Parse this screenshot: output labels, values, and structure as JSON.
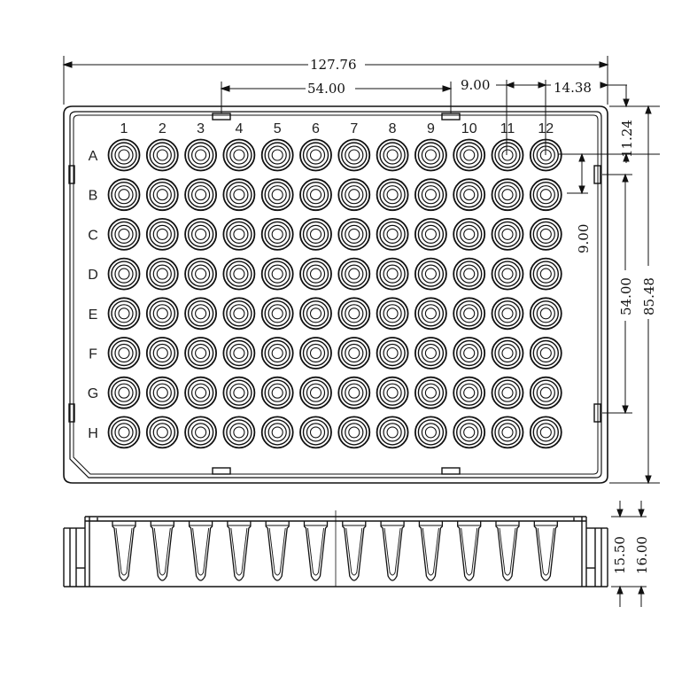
{
  "drawing": {
    "top_view": {
      "column_labels": [
        "1",
        "2",
        "3",
        "4",
        "5",
        "6",
        "7",
        "8",
        "9",
        "10",
        "11",
        "12"
      ],
      "row_labels": [
        "A",
        "B",
        "C",
        "D",
        "E",
        "F",
        "G",
        "H"
      ],
      "dimensions": {
        "overall_width": "127.76",
        "center_span_h": "54.00",
        "well_pitch_h": "9.00",
        "edge_offset_x": "14.38",
        "edge_offset_y": "11.24",
        "well_pitch_v": "9.00",
        "center_span_v": "54.00",
        "overall_height": "85.48"
      }
    },
    "side_view": {
      "dimensions": {
        "height_inner": "15.50",
        "height_outer": "16.00"
      }
    }
  }
}
